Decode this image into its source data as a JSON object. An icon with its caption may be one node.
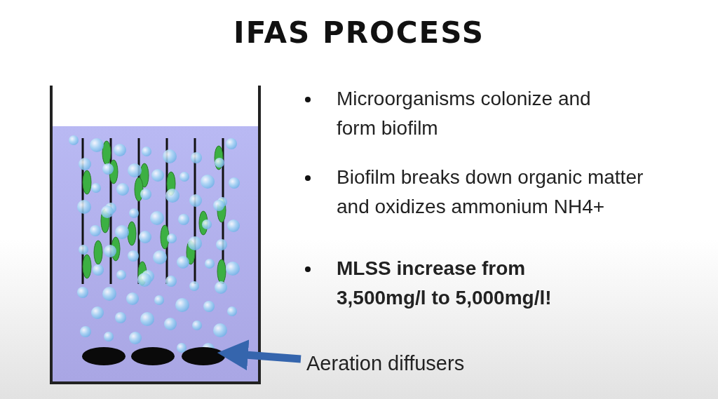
{
  "diagram": {
    "title": "IFAS PROCESS",
    "nodes": [
      {
        "text": [
          "Aeration diffusers"
        ]
      },
      {
        "text": [],
        "shape": "picture"
      }
    ],
    "edges": [
      {
        "from": 0,
        "to": 1,
        "arrow": "to",
        "color": "#3565ad"
      }
    ],
    "labels": [
      "Microorganisms colonize and form biofilm",
      "Biofilm breaks down organic matter and oxidizes ammonium NH4+",
      "MLSS increase from 3,500mg/l to 5,000mg/l!"
    ]
  }
}
